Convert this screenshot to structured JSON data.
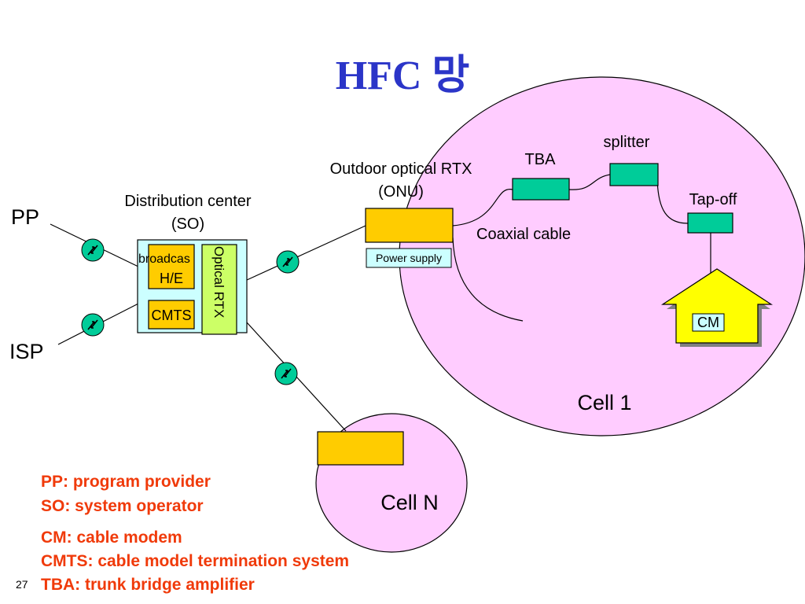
{
  "title": "HFC 망",
  "nodes": {
    "pp": "PP",
    "isp": "ISP",
    "distribution_center": "Distribution center",
    "so": "(SO)",
    "broadcast": "broadcas",
    "he": "H/E",
    "cmts": "CMTS",
    "optical_rtx": "Optical RTX",
    "outdoor_optical_rtx": "Outdoor optical RTX",
    "onu": "(ONU)",
    "power_supply": "Power supply",
    "coaxial_cable": "Coaxial cable",
    "tba": "TBA",
    "splitter": "splitter",
    "tap_off": "Tap-off",
    "cm": "CM",
    "cell_1": "Cell 1",
    "cell_n": "Cell N"
  },
  "legend": [
    "PP: program provider",
    "SO: system operator",
    "CM: cable modem",
    "CMTS: cable model termination system",
    "TBA: trunk bridge amplifier"
  ],
  "page_number": "27",
  "colors": {
    "title": "#2b35c8",
    "cell_fill": "#ffccff",
    "orange_box": "#ffcc00",
    "green_box": "#00cc99",
    "house_fill": "#ffff00",
    "so_box_fill": "#ccffff",
    "optical_rtx_fill": "#ccff66",
    "legend_text": "#f03a0a"
  },
  "icons": [
    "link-icon"
  ]
}
